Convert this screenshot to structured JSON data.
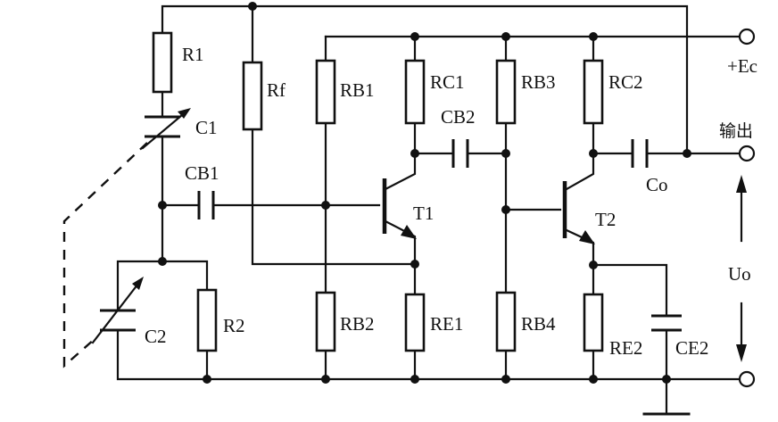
{
  "labels": {
    "R1": "R1",
    "C1": "C1",
    "CB1": "CB1",
    "R2": "R2",
    "C2": "C2",
    "Rf": "Rf",
    "RB1": "RB1",
    "RB2": "RB2",
    "RC1": "RC1",
    "RE1": "RE1",
    "CB2": "CB2",
    "RB3": "RB3",
    "RB4": "RB4",
    "RC2": "RC2",
    "RE2": "RE2",
    "CE2": "CE2",
    "Co": "Co",
    "T1": "T1",
    "T2": "T2",
    "supply": "+Ec",
    "output": "输出",
    "uo": "Uo"
  }
}
